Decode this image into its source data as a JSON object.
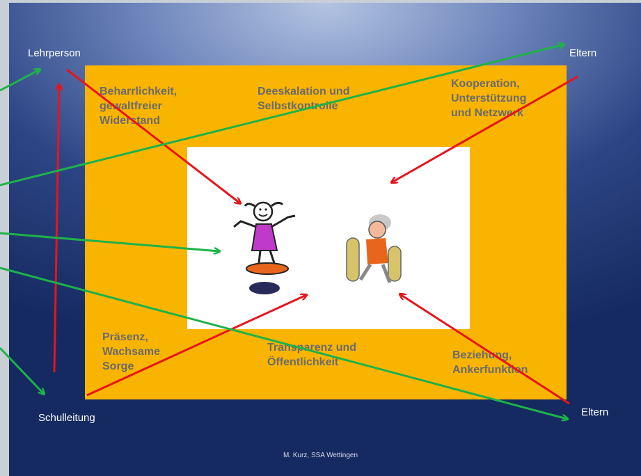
{
  "quadrants": {
    "top_left": "Beharrlichkeit,\ngewaltfreier\nWiderstand",
    "top_center": "Deeskalation und\nSelbstkontrolle",
    "top_right": "Kooperation,\nUnterstützung\nund Netzwerk",
    "bottom_left": "Präsenz,\nWachsame\nSorge",
    "bottom_center": "Transparenz und\nÖffentlichkeit",
    "bottom_right": "Beziehung,\nAnkerfunktion"
  },
  "labels": {
    "top_left": "Lehrperson",
    "top_right": "Eltern",
    "bottom_left": "Schulleitung",
    "bottom_right": "Eltern"
  },
  "footer": "M. Kurz, SSA Wettingen",
  "colors": {
    "frame": "#f9b400",
    "arrow_red": "#e8141d",
    "arrow_green": "#1fb14a",
    "text_gray": "#6b6b6b"
  },
  "figures": [
    "girl-on-skateboard-figure",
    "boy-carrying-skateboard-figure"
  ]
}
